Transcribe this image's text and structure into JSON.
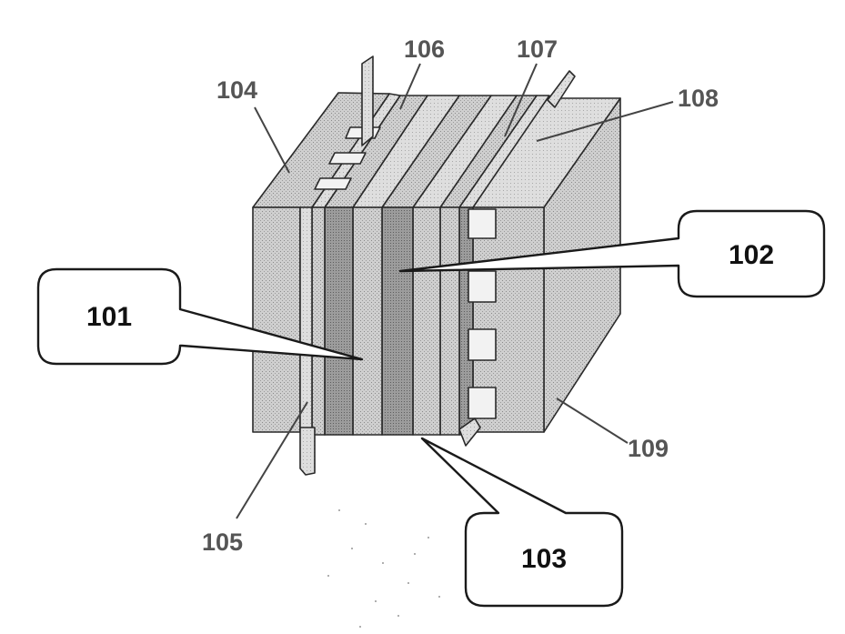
{
  "figure": {
    "labels": {
      "l104": "104",
      "l105": "105",
      "l106": "106",
      "l107": "107",
      "l108": "108",
      "l109": "109"
    },
    "callouts": {
      "c101": "101",
      "c102": "102",
      "c103": "103"
    }
  }
}
